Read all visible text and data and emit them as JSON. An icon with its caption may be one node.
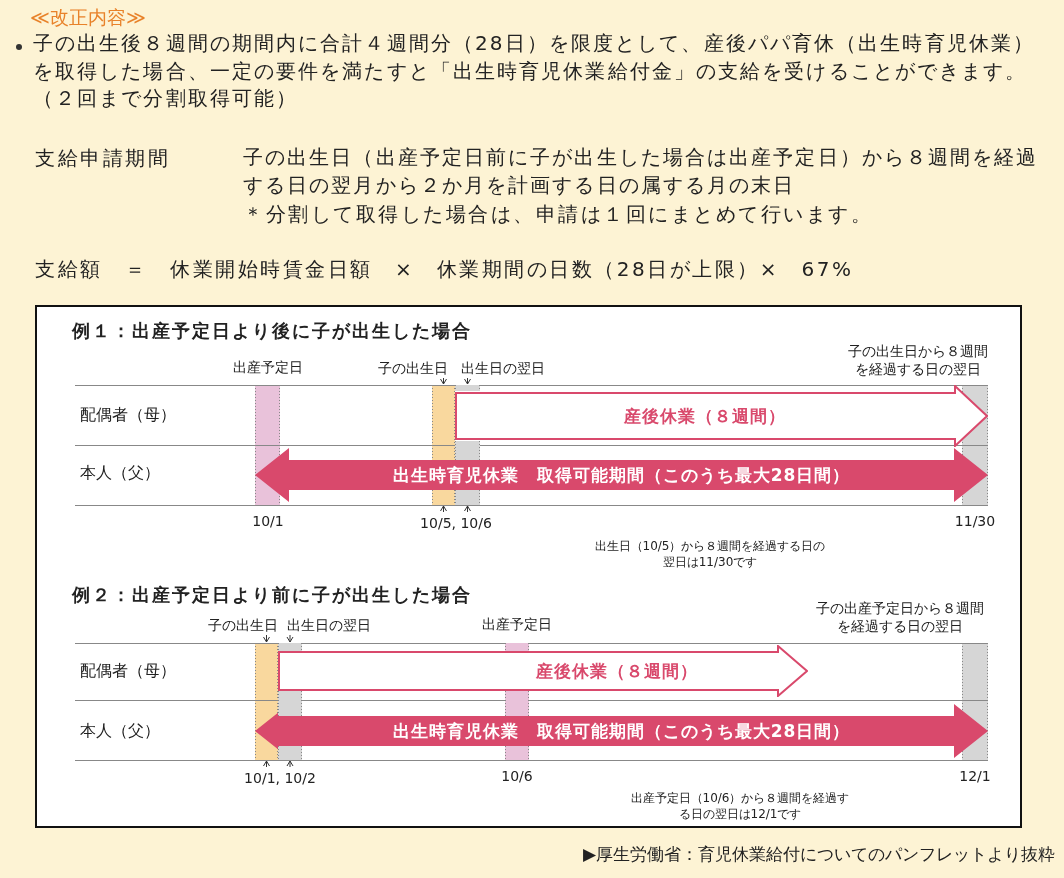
{
  "diagram": {
    "title": "≪改正内容≫",
    "nodes": [
      {
        "text": [
          "産後休業（８週間）"
        ]
      },
      {
        "text": [
          "出生時育児休業　取得可能期間（このうち最大28日間）"
        ]
      },
      {
        "text": [],
        "shape": "bar"
      },
      {
        "text": [],
        "shape": "bar"
      },
      {
        "text": [],
        "shape": "bar"
      },
      {
        "text": [],
        "shape": "bar"
      },
      {
        "text": [
          "子の出生日"
        ]
      },
      {
        "text": [
          "出生日の翌日"
        ]
      },
      {
        "text": [
          "10/5, 10/6"
        ]
      },
      {
        "text": [
          "産後休業（８週間）"
        ]
      },
      {
        "text": [
          "出生時育児休業　取得可能期間（このうち最大28日間）"
        ]
      },
      {
        "text": [],
        "shape": "bar"
      },
      {
        "text": [],
        "shape": "bar"
      },
      {
        "text": [],
        "shape": "bar"
      },
      {
        "text": [],
        "shape": "bar"
      },
      {
        "text": [
          "子の出生日"
        ]
      },
      {
        "text": [
          "出生日の翌日"
        ]
      },
      {
        "text": [
          "10/1, 10/2"
        ]
      }
    ],
    "edges": [
      {
        "from": 6,
        "to": 3,
        "arrow": "to"
      },
      {
        "from": 7,
        "to": 4,
        "arrow": "to"
      },
      {
        "from": 8,
        "to": 3,
        "arrow": "to"
      },
      {
        "from": 8,
        "to": 4,
        "arrow": "to"
      },
      {
        "from": 15,
        "to": 11,
        "arrow": "to"
      },
      {
        "from": 16,
        "to": 12,
        "arrow": "to"
      },
      {
        "from": 17,
        "to": 11,
        "arrow": "to"
      },
      {
        "from": 17,
        "to": 12,
        "arrow": "to"
      }
    ],
    "labels": [
      "子の出生後８週間の期間内に合計４週間分（28日）を限度として、産後パパ育休（出生時育児休業）を取得した場合、一定の要件を満たすと「出生時育児休業給付金」の支給を受けることができます。（２回まで分割取得可能）",
      "支給申請期間",
      "子の出生日（出産予定日前に子が出生した場合は出産予定日）から８週間を経過する日の翌月から２か月を計画する日の属する月の末日",
      "＊分割して取得した場合は、申請は１回にまとめて行います。",
      "支給額　＝　休業開始時賃金日額　×　休業期間の日数（28日が上限）×　67%",
      "例１：出産予定日より後に子が出生した場合",
      "出産予定日",
      "子の出生日から８週間を経過する日の翌日",
      "配偶者（母）",
      "本人（父）",
      "10/1",
      "11/30",
      "出生日（10/5）から８週間を経過する日の翌日は11/30です",
      "例２：出産予定日より前に子が出生した場合",
      "子の出産予定日から８週間を経過する日の翌日",
      "出産予定日",
      "配偶者（母）",
      "本人（父）",
      "10/6",
      "12/1",
      "出産予定日（10/6）から８週間を経過する日の翌日は12/1です",
      "▶厚生労働省：育児休業給付についてのパンフレットより抜粋"
    ]
  }
}
